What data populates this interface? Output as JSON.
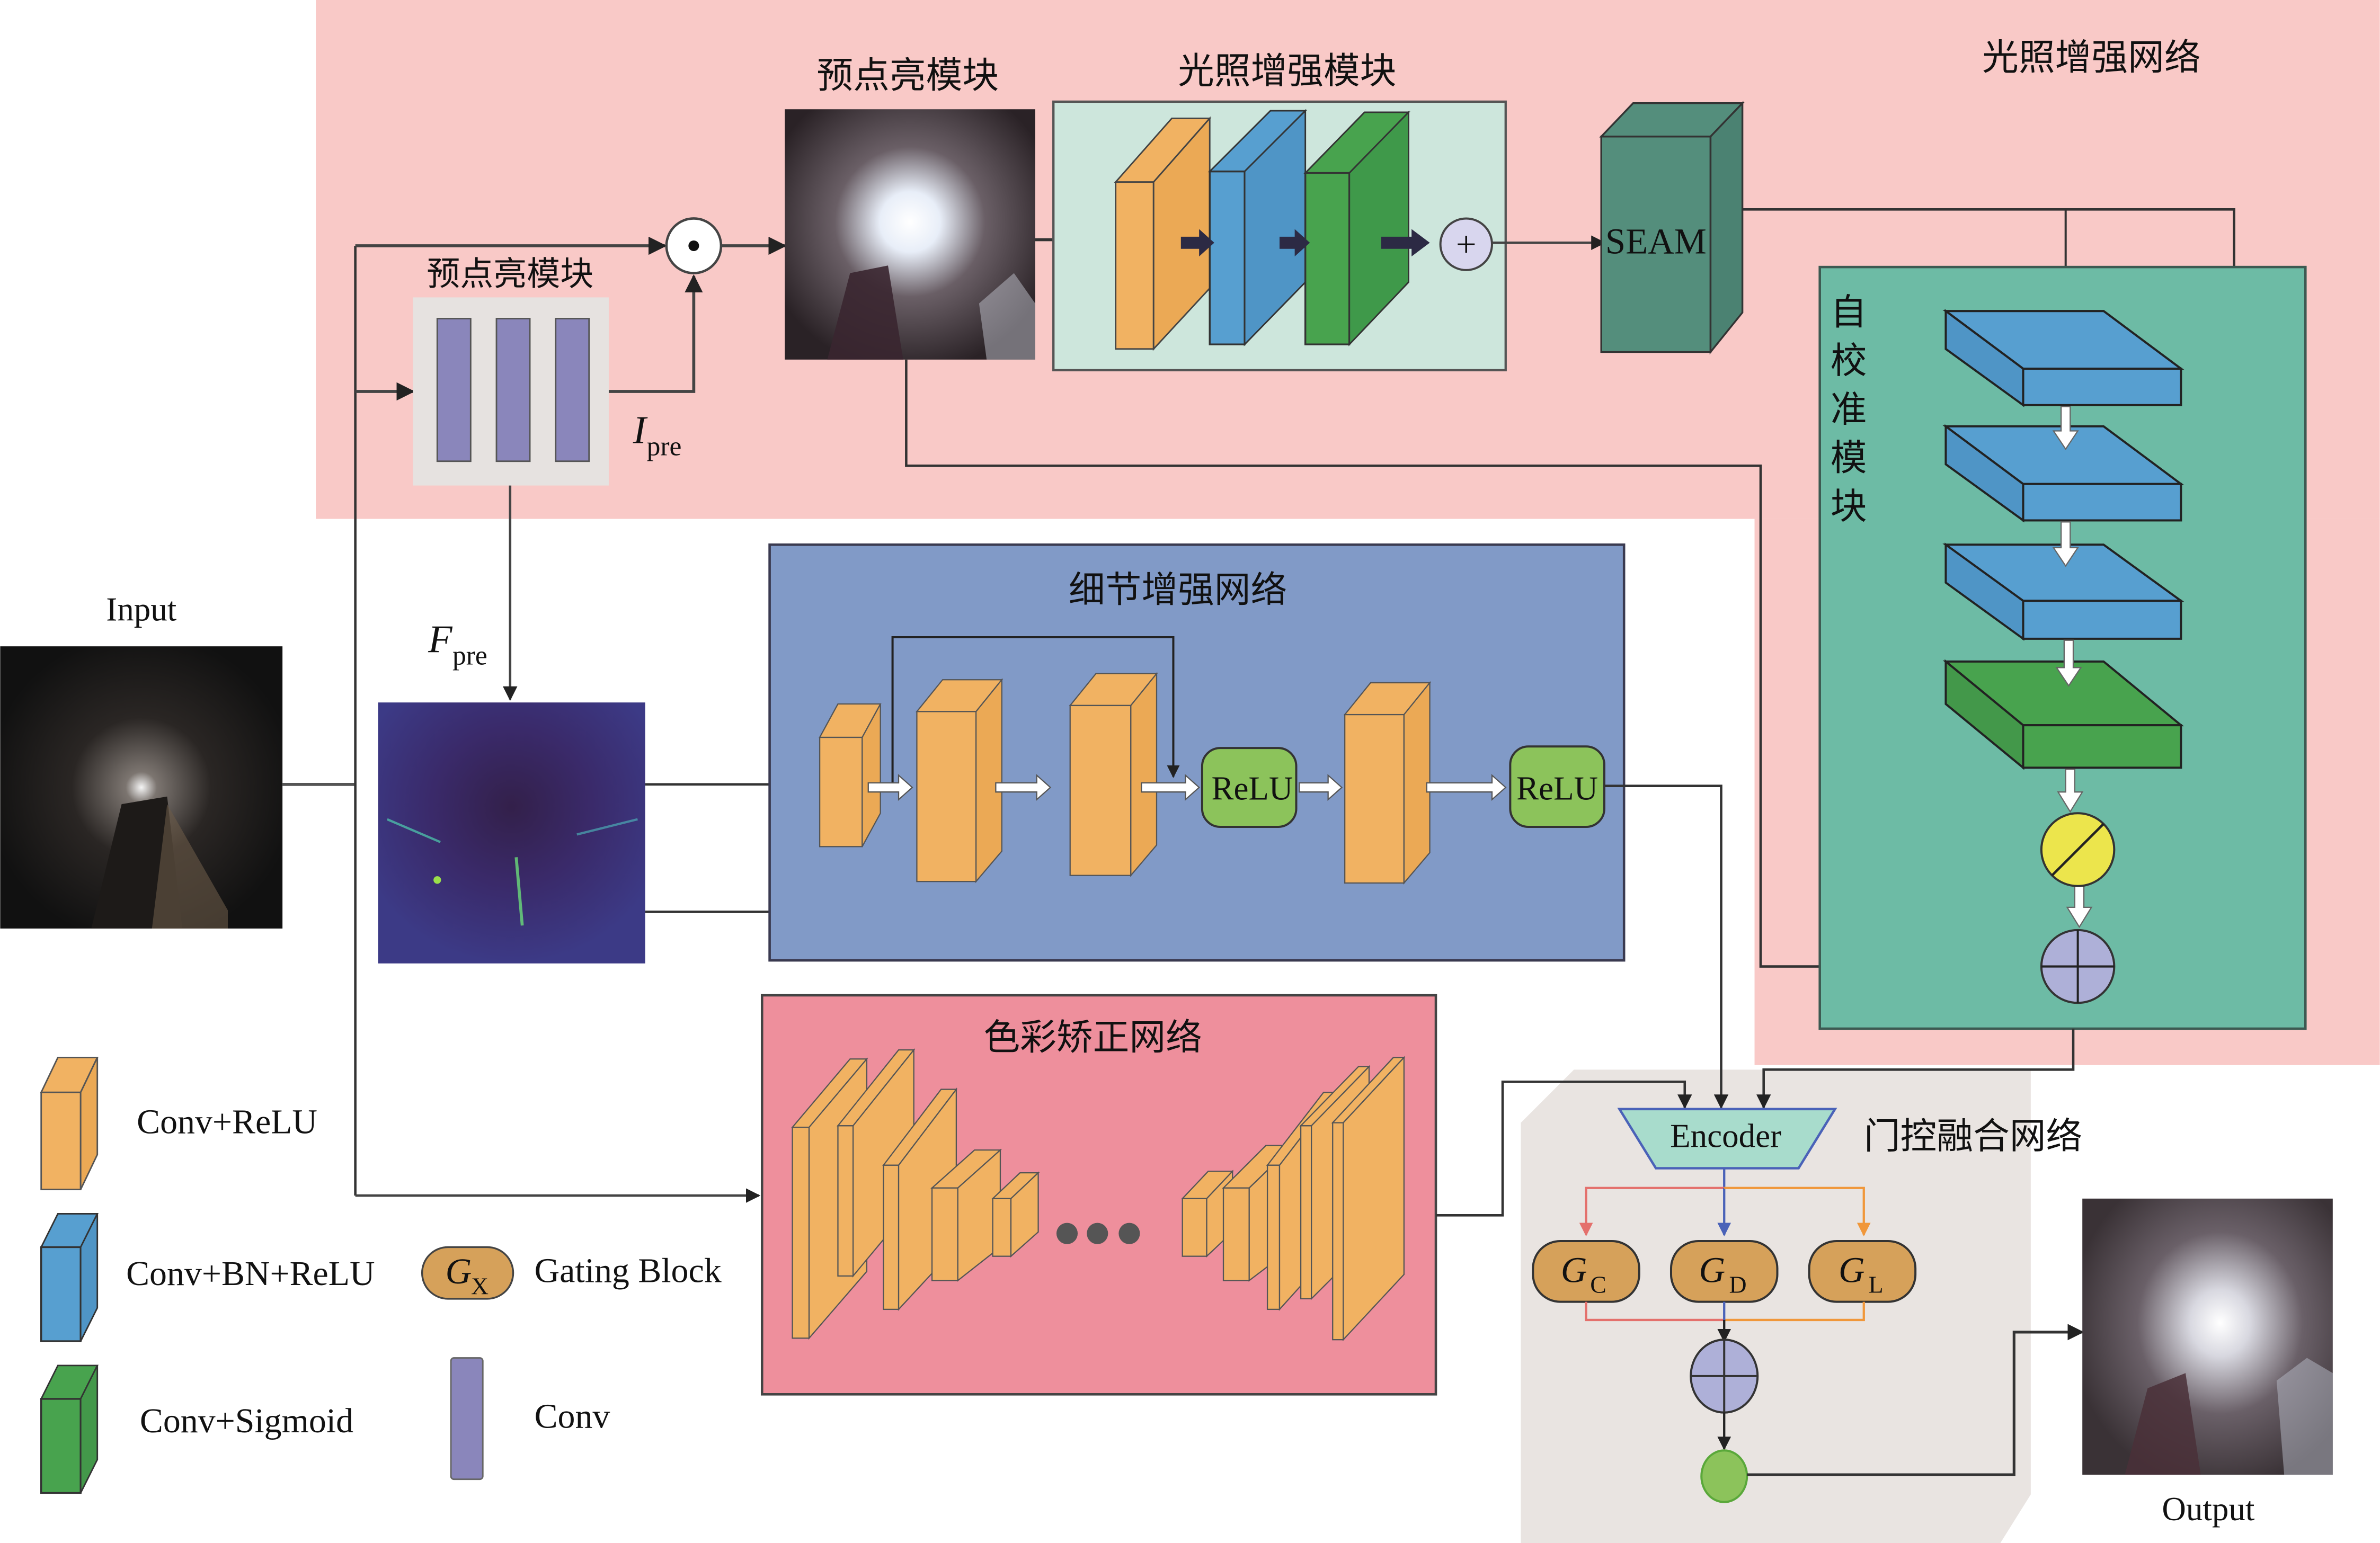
{
  "diagram": {
    "labels": {
      "illum_net_title": "光照增强网络",
      "pre_light_module_top": "预点亮模块",
      "pre_light_module_left": "预点亮模块",
      "illum_module_title": "光照增强模块",
      "seam": "SEAM",
      "self_calib_title": [
        "自",
        "校",
        "准",
        "模",
        "块"
      ],
      "i_pre_main": "I",
      "i_pre_sub": "pre",
      "f_pre_main": "F",
      "f_pre_sub": "pre",
      "input": "Input",
      "output": "Output",
      "detail_net_title": "细节增强网络",
      "relu_1": "ReLU",
      "relu_2": "ReLU",
      "color_net_title": "色彩矫正网络",
      "encoder": "Encoder",
      "gated_fusion_title": "门控融合网络",
      "gate_c_main": "G",
      "gate_c_sub": "C",
      "gate_d_main": "G",
      "gate_d_sub": "D",
      "gate_l_main": "G",
      "gate_l_sub": "L"
    },
    "legend": {
      "conv_relu": "Conv+ReLU",
      "conv_bn_relu": "Conv+BN+ReLU",
      "conv_sigmoid": "Conv+Sigmoid",
      "gating_main": "G",
      "gating_sub": "X",
      "gating_block": "Gating Block",
      "conv": "Conv"
    },
    "operators": {
      "elementwise_multiply": "⊙",
      "add": "+"
    },
    "colors": {
      "illum_bg": "#f9c9c7",
      "illum_module_bg": "#cde6dc",
      "self_calib_bg": "#6dbba5",
      "detail_bg": "#819ac7",
      "color_bg": "#ee8f9c",
      "fusion_bg": "#e9e4e1",
      "conv_relu": "#f1b262",
      "conv_bn_relu": "#579fd0",
      "conv_sigmoid": "#48a34e",
      "seam": "#548e7c",
      "conv": "#8a86bb",
      "relu": "#8cc35b",
      "gate": "#d6a15a",
      "encoder": "#a8dccc",
      "divide": "#ece54c",
      "sum": "#aeb0d8",
      "sigmoid_out": "#8cc35b",
      "gate_line_c": "#e4706c",
      "gate_line_d": "#4a62b8",
      "gate_line_l": "#f0973a"
    }
  }
}
